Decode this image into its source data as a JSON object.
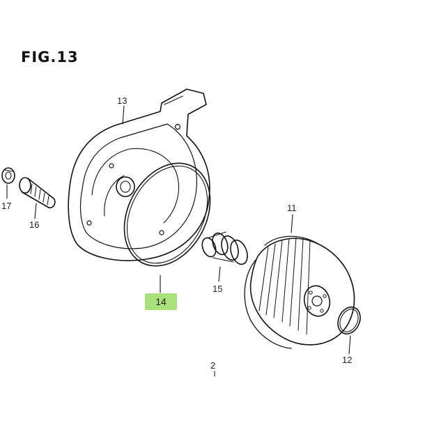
{
  "figure": {
    "title": "FIG.13"
  },
  "callouts": {
    "c13": "13",
    "c17": "17",
    "c16": "16",
    "c14": "14",
    "c15": "15",
    "c11": "11",
    "c12": "12",
    "c2": "2"
  },
  "colors": {
    "highlight": "#a8e07a",
    "ink": "#111111"
  },
  "highlighted_part": "14"
}
